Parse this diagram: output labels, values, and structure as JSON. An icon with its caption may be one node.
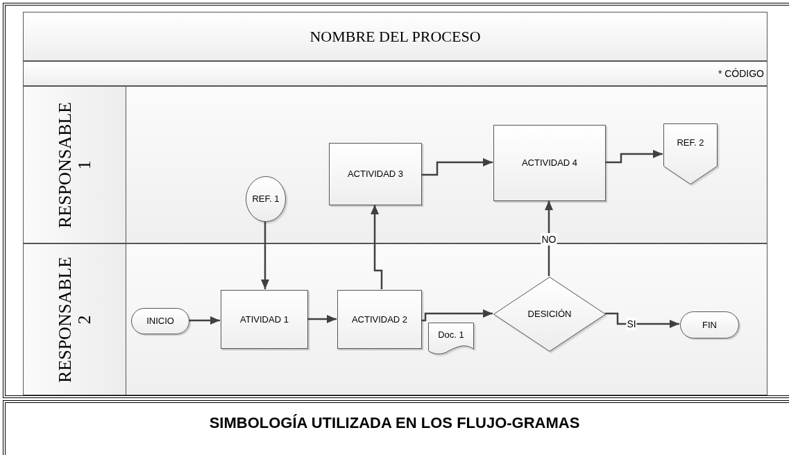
{
  "diagram": {
    "caption": "SIMBOLOGÍA UTILIZADA EN LOS FLUJO-GRAMAS",
    "nodes": [
      {
        "text": [
          "NOMBRE DEL PROCESO"
        ]
      },
      {
        "text": [
          "* CÓDIGO"
        ]
      },
      {
        "text": [
          "RESPONSABLE 1"
        ]
      },
      {
        "text": [
          "RESPONSABLE 2"
        ]
      },
      {
        "text": [
          "REF. 1"
        ],
        "in": 2
      },
      {
        "text": [
          "ACTIVIDAD 3"
        ],
        "in": 2
      },
      {
        "text": [
          "ACTIVIDAD 4"
        ],
        "in": 2
      },
      {
        "text": [
          "REF. 2"
        ],
        "in": 2
      },
      {
        "text": [
          "INICIO"
        ],
        "in": 3
      },
      {
        "text": [
          "ATIVIDAD 1"
        ],
        "in": 3
      },
      {
        "text": [
          "ACTIVIDAD 2"
        ],
        "in": 3
      },
      {
        "text": [
          "Doc. 1"
        ],
        "in": 3
      },
      {
        "text": [
          "DESICIÓN"
        ],
        "in": 3
      },
      {
        "text": [
          "FIN"
        ],
        "in": 3
      }
    ],
    "edges": [
      {
        "from": 4,
        "to": 9,
        "arrow": "to"
      },
      {
        "from": 5,
        "to": 6,
        "arrow": "to"
      },
      {
        "from": 6,
        "to": 7,
        "arrow": "to"
      },
      {
        "from": 8,
        "to": 9,
        "arrow": "to"
      },
      {
        "from": 9,
        "to": 10,
        "arrow": "to"
      },
      {
        "from": 10,
        "to": 5,
        "arrow": "to"
      },
      {
        "from": 10,
        "to": 12,
        "arrow": "to"
      },
      {
        "from": 12,
        "to": 6,
        "label": "NO",
        "arrow": "to"
      },
      {
        "from": 12,
        "to": 13,
        "label": "SI",
        "arrow": "to"
      }
    ]
  }
}
